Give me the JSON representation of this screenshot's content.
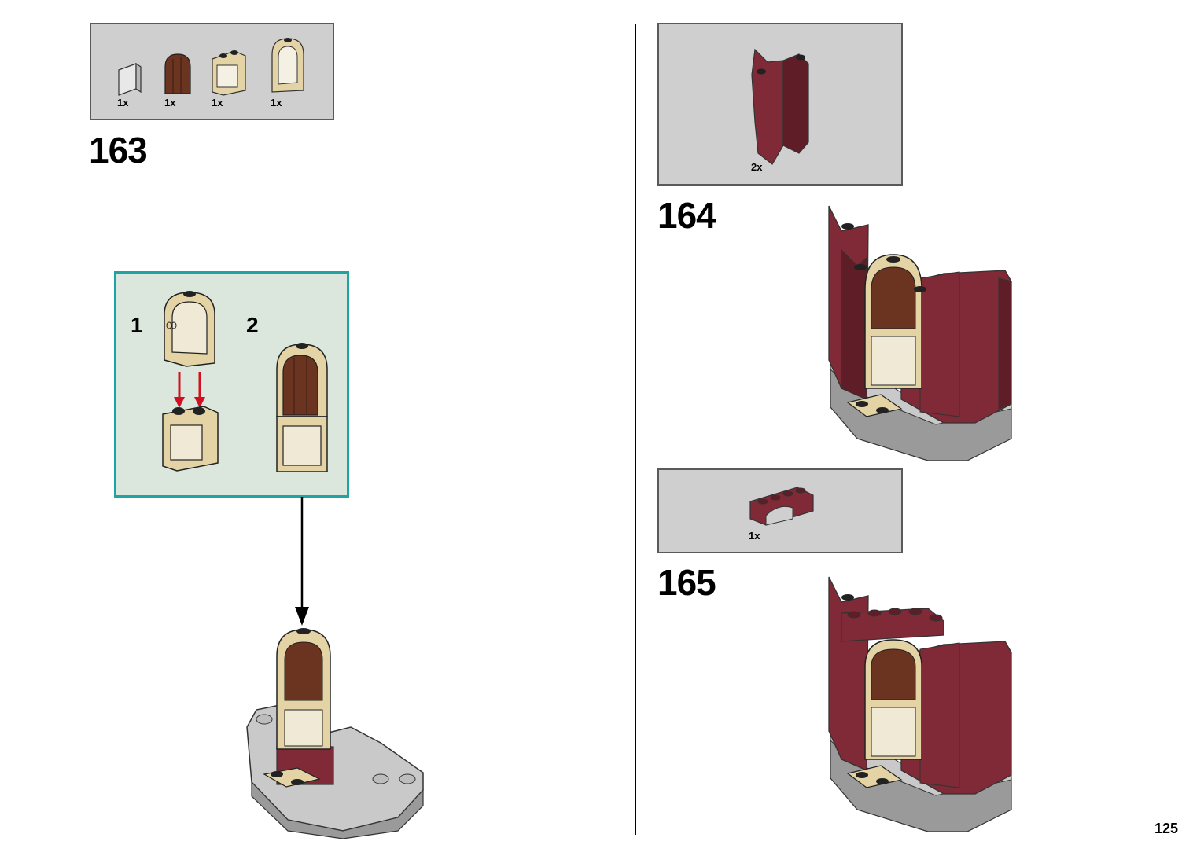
{
  "page": {
    "number": "125"
  },
  "colors": {
    "dark_red": "#7f2a36",
    "dark_red_shade": "#5e1d27",
    "tan": "#e4d3a4",
    "tan_shade": "#c8b580",
    "brown": "#6b3420",
    "light_gray": "#c9c9c9",
    "mid_gray": "#9a9a9a",
    "teal_frame": "#1fa3a3",
    "arrow_red": "#d01020"
  },
  "steps": [
    {
      "number": "163",
      "parts": [
        {
          "icon": "glass-pane-icon",
          "qty": "1x"
        },
        {
          "icon": "door-brown-icon",
          "qty": "1x"
        },
        {
          "icon": "window-frame-tan-icon",
          "qty": "1x"
        },
        {
          "icon": "arched-window-tan-icon",
          "qty": "1x"
        }
      ],
      "substeps": [
        "1",
        "2"
      ]
    },
    {
      "number": "164",
      "parts": [
        {
          "icon": "dark-red-wall-panel-icon",
          "qty": "2x"
        }
      ]
    },
    {
      "number": "165",
      "parts": [
        {
          "icon": "dark-red-arch-brick-icon",
          "qty": "1x"
        }
      ]
    }
  ]
}
